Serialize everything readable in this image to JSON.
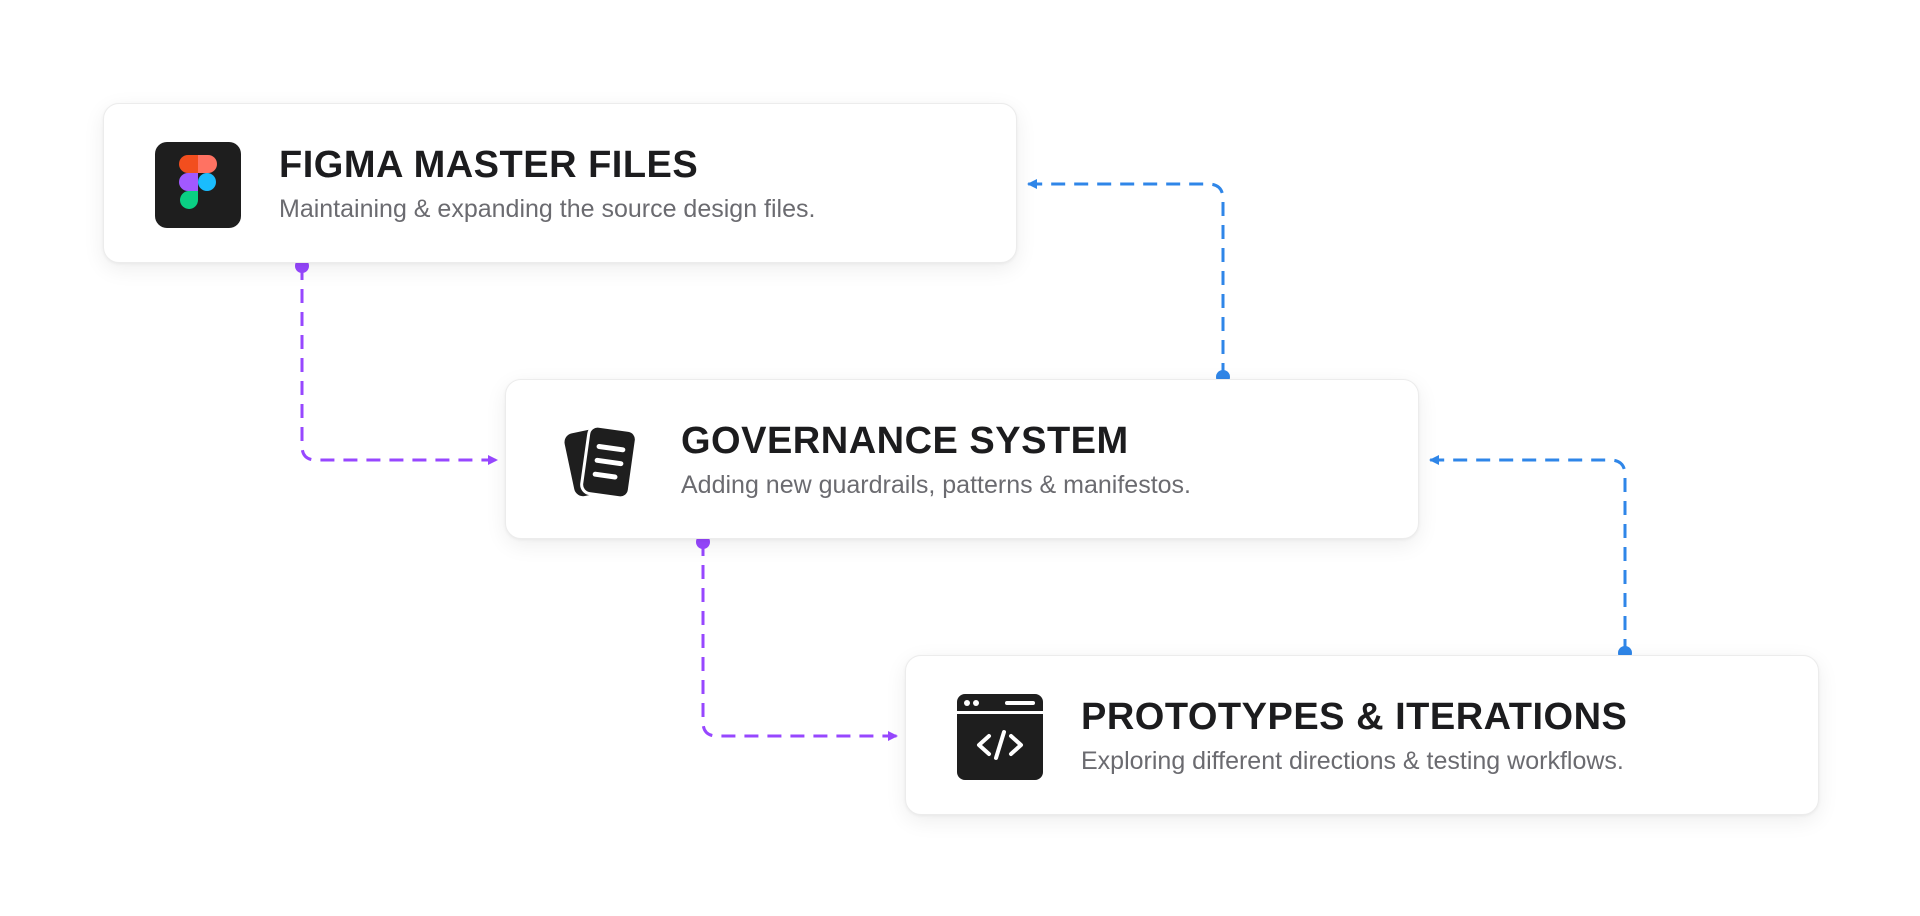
{
  "cards": [
    {
      "title": "FIGMA MASTER FILES",
      "subtitle": "Maintaining & expanding the source design files.",
      "icon": "figma-logo-icon"
    },
    {
      "title": "GOVERNANCE SYSTEM",
      "subtitle": "Adding new guardrails, patterns & manifestos.",
      "icon": "documents-icon"
    },
    {
      "title": "PROTOTYPES & ITERATIONS",
      "subtitle": "Exploring different directions & testing workflows.",
      "icon": "code-window-icon"
    }
  ],
  "colors": {
    "forward_connector": "#9747ff",
    "feedback_connector": "#2f86e8",
    "title_text": "#1c1c1e",
    "subtitle_text": "#6b6b70",
    "icon_tile": "#1e1e1e",
    "figma_red": "#f24e1e",
    "figma_orange": "#ff7262",
    "figma_purple": "#a259ff",
    "figma_blue": "#1abcfe",
    "figma_green": "#0acf83"
  }
}
